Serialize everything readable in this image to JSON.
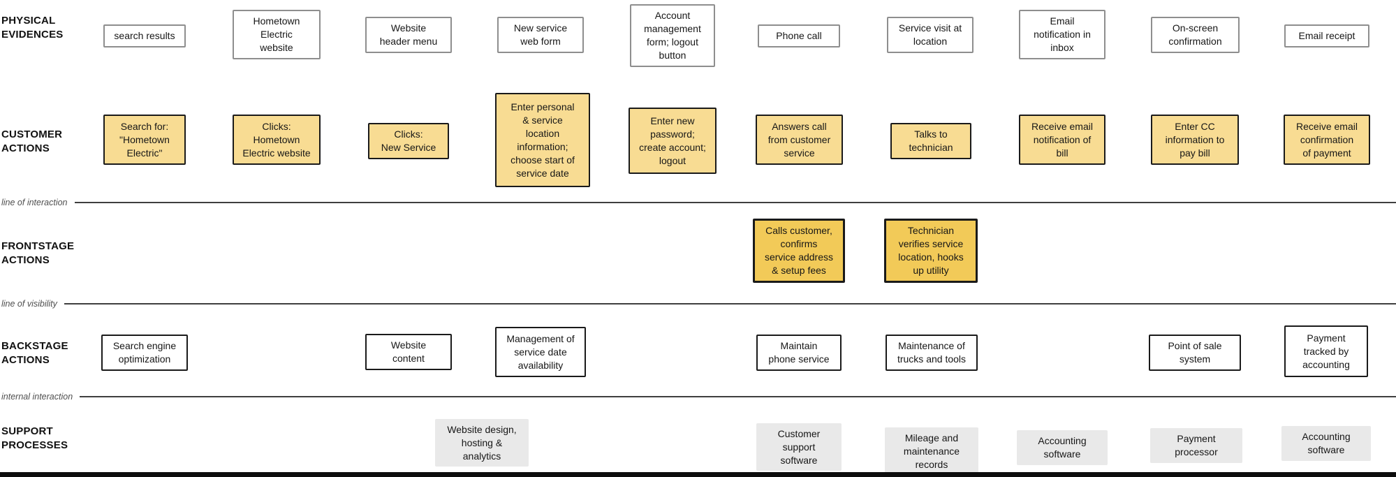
{
  "diagram_type": "service-blueprint",
  "colors": {
    "customer_fill": "#f8dc93",
    "frontstage_fill": "#f2ca58",
    "support_fill": "#e9e9e9",
    "evidence_border": "#8e8e8e",
    "action_border": "#1a1a1a"
  },
  "lanes": {
    "physical": {
      "label": "PHYSICAL\nEVIDENCES",
      "items": [
        "search results",
        "Hometown\nElectric\nwebsite",
        "Website\nheader menu",
        "New service\nweb form",
        "Account\nmanagement\nform; logout\nbutton",
        "Phone call",
        "Service visit at\nlocation",
        "Email\nnotification in\ninbox",
        "On-screen\nconfirmation",
        "Email receipt"
      ]
    },
    "customer": {
      "label": "CUSTOMER\nACTIONS",
      "items": [
        "Search for:\n\"Hometown\nElectric\"",
        "Clicks:\nHometown\nElectric website",
        "Clicks:\nNew Service",
        "Enter personal\n& service\nlocation\ninformation;\nchoose start of\nservice date",
        "Enter new\npassword;\ncreate account;\nlogout",
        "Answers call\nfrom customer\nservice",
        "Talks to\ntechnician",
        "Receive email\nnotification of\nbill",
        "Enter CC\ninformation to\npay bill",
        "Receive email\nconfirmation\nof payment"
      ]
    },
    "frontstage": {
      "label": "FRONTSTAGE\nACTIONS",
      "items": [
        "Calls customer,\nconfirms\nservice address\n& setup fees",
        "Technician\nverifies service\nlocation, hooks\nup utility"
      ]
    },
    "backstage": {
      "label": "BACKSTAGE\nACTIONS",
      "items": [
        "Search engine\noptimization",
        "Website\ncontent",
        "Management of\nservice date\navailability",
        "Maintain\nphone service",
        "Maintenance of\ntrucks and tools",
        "Point of sale\nsystem",
        "Payment\ntracked by\naccounting"
      ]
    },
    "support": {
      "label": "SUPPORT\nPROCESSES",
      "items": [
        "Website design,\nhosting &\nanalytics",
        "Customer\nsupport\nsoftware",
        "Mileage and\nmaintenance\nrecords",
        "Accounting\nsoftware",
        "Payment\nprocessor",
        "Accounting\nsoftware"
      ]
    }
  },
  "dividers": {
    "interaction": "line of interaction",
    "visibility": "line of visibility",
    "internal": "internal interaction"
  }
}
